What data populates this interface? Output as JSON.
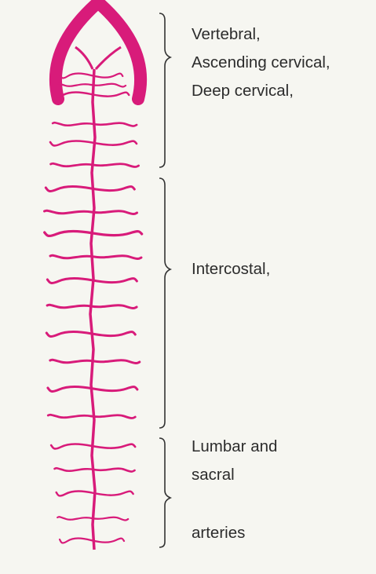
{
  "colors": {
    "artery": "#d81b7a",
    "bracket": "#333333",
    "background": "#f6f6f1",
    "text": "#2c2c2c"
  },
  "groups": [
    {
      "id": "cervical",
      "lines": [
        "Vertebral,",
        "Ascending cervical,",
        "Deep cervical,"
      ]
    },
    {
      "id": "intercostal",
      "lines": [
        "Intercostal,"
      ]
    },
    {
      "id": "lumbar-sacral",
      "lines": [
        "Lumbar and",
        "sacral"
      ]
    },
    {
      "id": "arteries",
      "lines": [
        "arteries"
      ]
    }
  ]
}
